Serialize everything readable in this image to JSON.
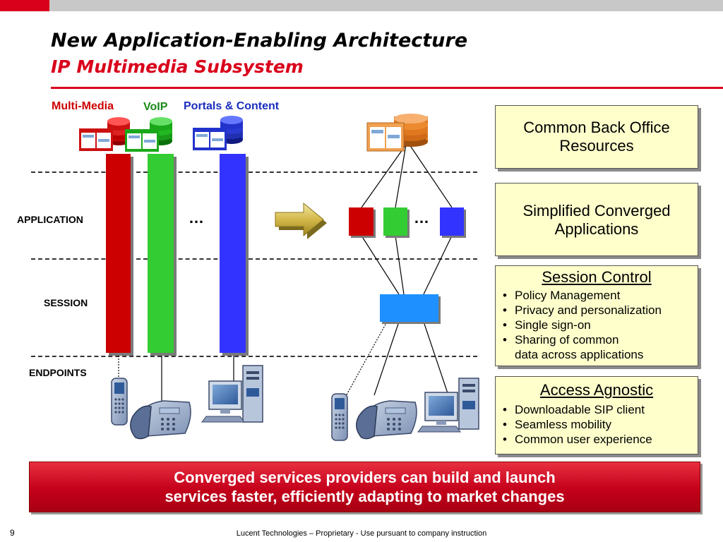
{
  "header": {
    "title": "New Application-Enabling Architecture",
    "subtitle": "IP Multimedia Subsystem"
  },
  "columns": {
    "multimedia": "Multi-Media",
    "voip": "VoIP",
    "portals": "Portals & Content"
  },
  "layers": {
    "application": "APPLICATION",
    "session": "SESSION",
    "endpoints": "ENDPOINTS"
  },
  "diagram": {
    "ellipsis_left": "…",
    "ellipsis_right": "…"
  },
  "boxes": {
    "back_office": "Common Back Office Resources",
    "simplified": "Simplified Converged Applications",
    "session_control": {
      "title": "Session Control",
      "items": [
        "Policy Management",
        "Privacy  and personalization",
        "Single sign-on",
        "Sharing of common",
        "data across applications"
      ]
    },
    "access_agnostic": {
      "title": "Access Agnostic",
      "items": [
        "Downloadable SIP client",
        "Seamless mobility",
        "Common user experience"
      ]
    }
  },
  "banner": {
    "line1": "Converged services providers can build and launch",
    "line2": "services faster, efficiently adapting to market changes"
  },
  "footer": {
    "page": "9",
    "text": "Lucent Technologies – Proprietary - Use pursuant to company instruction"
  },
  "colors": {
    "brand_red": "#d9001b",
    "multimedia_red": "#cc0000",
    "voip_green": "#33cc33",
    "portal_blue": "#3333ff",
    "session_blue": "#1e90ff",
    "box_fill": "#ffffcc",
    "grey_bar": "#c8c8c8"
  },
  "icons": [
    "database-icon",
    "app-window-icon",
    "mobile-phone-icon",
    "desk-phone-icon",
    "desktop-computer-icon",
    "arrow-right-icon"
  ]
}
